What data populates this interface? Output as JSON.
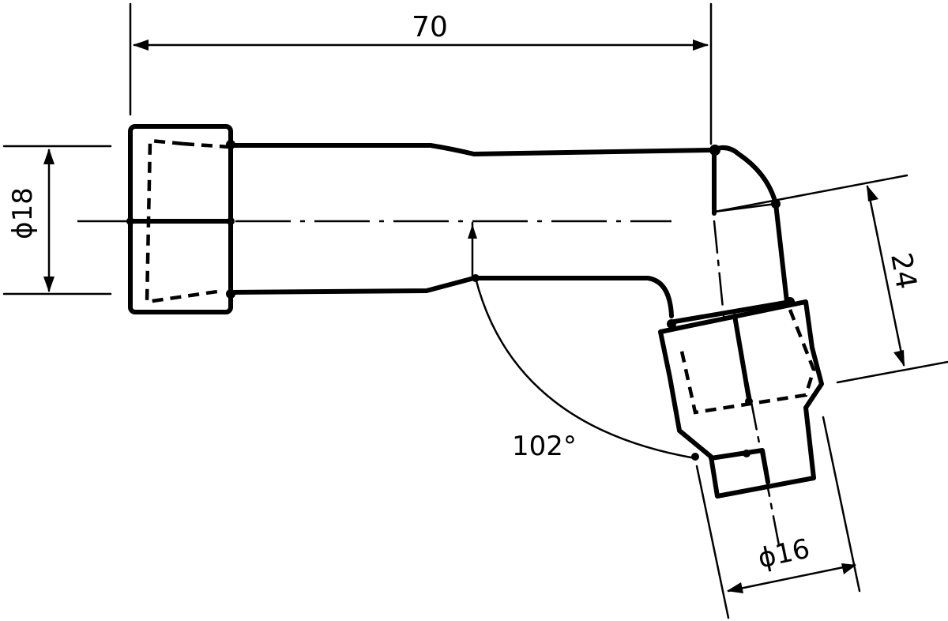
{
  "diagram": {
    "dimensions": {
      "length": "70",
      "inlet_diameter": "ϕ18",
      "outlet_diameter": "ϕ16",
      "offset": "24",
      "angle": "102°"
    }
  }
}
